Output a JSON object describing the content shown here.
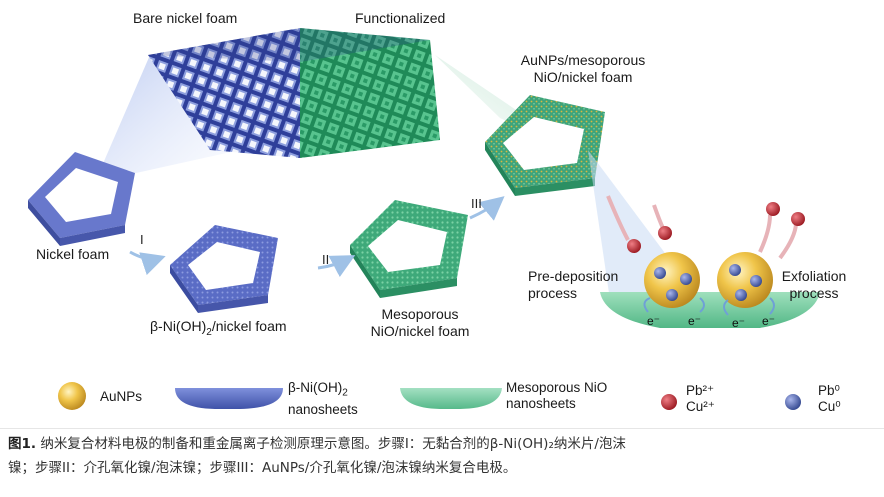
{
  "labels": {
    "bare_foam": "Bare nickel foam",
    "functionalized": "Functionalized",
    "aunps_foam_l1": "AuNPs/mesoporous",
    "aunps_foam_l2": "NiO/nickel foam",
    "nickel_foam": "Nickel foam",
    "beta_foam_pre": "β-Ni(OH)",
    "beta_foam_sub": "2",
    "beta_foam_post": "/nickel foam",
    "meso_l1": "Mesoporous",
    "meso_l2": "NiO/nickel foam",
    "predep_l1": "Pre-deposition",
    "predep_l2": "process",
    "exfol_l1": "Exfoliation",
    "exfol_l2": "process",
    "step1": "I",
    "step2": "II",
    "step3": "III",
    "electron": "e⁻"
  },
  "legend": {
    "aunps": "AuNPs",
    "beta_l1_pre": "β-Ni(OH)",
    "beta_l1_sub": "2",
    "beta_l2": "nanosheets",
    "meso_l1": "Mesoporous NiO",
    "meso_l2": "nanosheets",
    "red_l1": "Pb²⁺",
    "red_l2": "Cu²⁺",
    "blue_l1": "Pb⁰",
    "blue_l2": "Cu⁰"
  },
  "caption": {
    "fig_label": "图1.",
    "line1": " 纳米复合材料电极的制备和重金属离子检测原理示意图。步骤I：无黏合剂的β-Ni(OH)₂纳米片/泡沫",
    "line2": "镍；步骤II：介孔氧化镍/泡沫镍；步骤III：AuNPs/介孔氧化镍/泡沫镍纳米复合电极。"
  },
  "colors": {
    "nickel_blue": "#5b6fc4",
    "nio_green": "#3fae7c",
    "gold": "#e2b43a",
    "ion_red": "#b5262f",
    "atom_blue": "#4a5fae"
  }
}
